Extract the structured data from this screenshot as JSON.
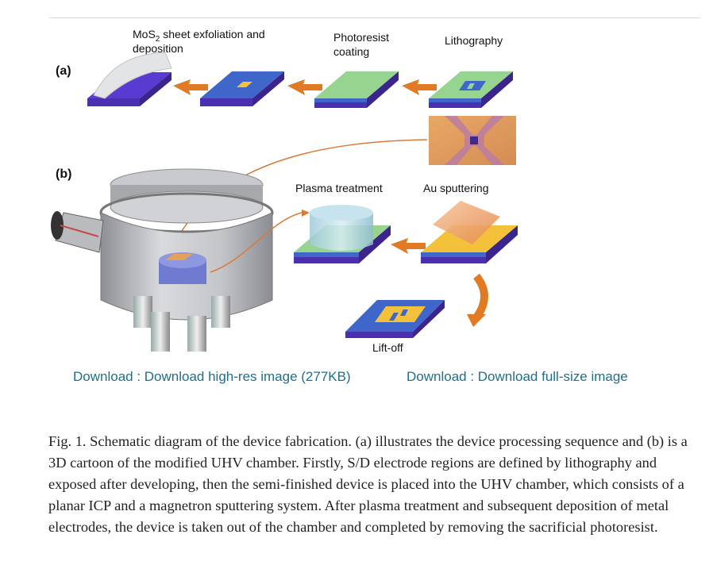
{
  "figure": {
    "panel_a_label": "(a)",
    "panel_b_label": "(b)",
    "step1_label_prefix": "MoS",
    "step1_label_sub": "2",
    "step1_label_suffix": " sheet exfoliation and",
    "step1_label_line2": "deposition",
    "step2_label_line1": "Photoresist",
    "step2_label_line2": "coating",
    "step3_label": "Lithography",
    "step4_label": "Plasma treatment",
    "step5_label": "Au sputtering",
    "step6_label": "Lift-off",
    "colors": {
      "substrate": "#5a3bd1",
      "wafer_blue": "#3f66c9",
      "photoresist": "#96d48f",
      "arrow": "#e07a24",
      "gold": "#f3c23a",
      "chamber": "#b7b9bd"
    }
  },
  "links": {
    "highres": "Download : Download high-res image (277KB)",
    "fullsize": "Download : Download full-size image"
  },
  "caption": {
    "text": "Fig. 1. Schematic diagram of the device fabrication. (a) illustrates the device processing sequence and (b) is a 3D cartoon of the modified UHV chamber. Firstly, S/D electrode regions are defined by lithography and exposed after developing, then the semi-finished device is placed into the UHV chamber, which consists of a planar ICP and a magnetron sputtering system. After plasma treatment and subsequent deposition of metal electrodes, the device is taken out of the chamber and completed by removing the sacrificial photoresist."
  }
}
